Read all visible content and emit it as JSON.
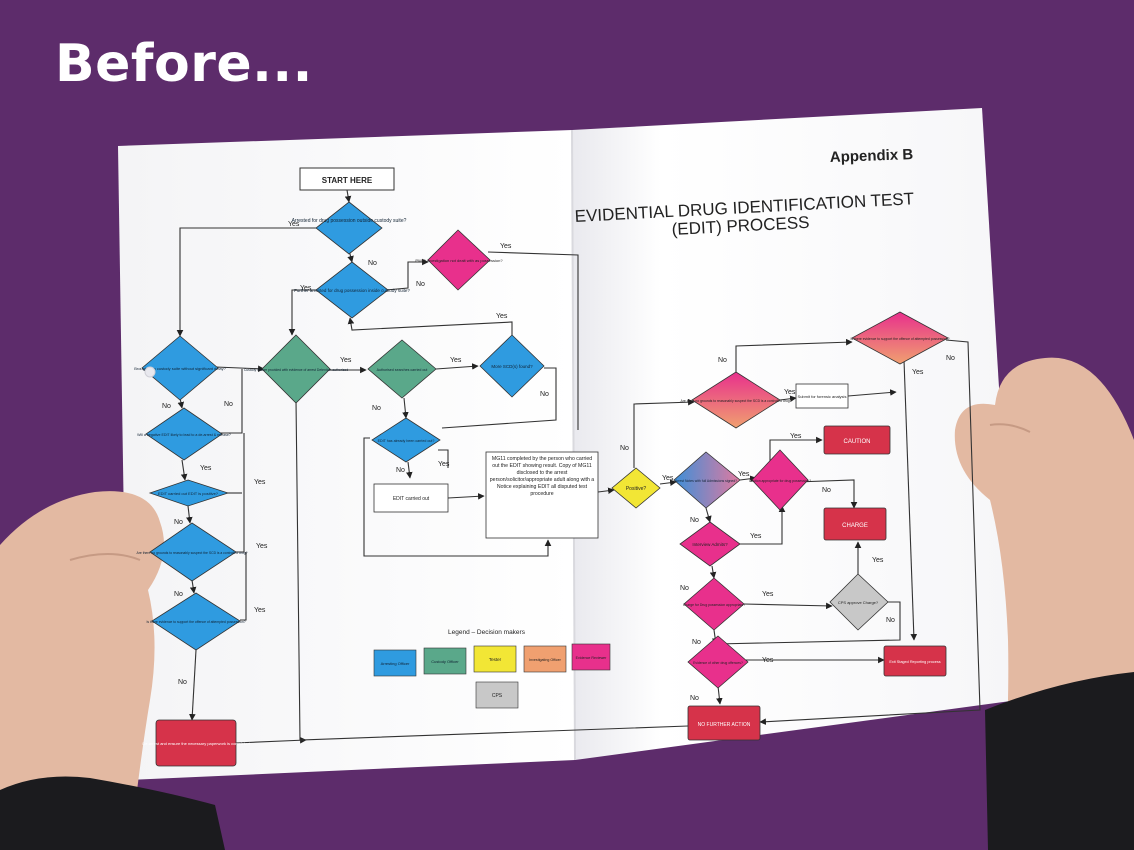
{
  "heading": "Before...",
  "document": {
    "appendix": "Appendix B",
    "title_line1": "EVIDENTIAL DRUG IDENTIFICATION TEST",
    "title_line2": "(EDIT) PROCESS"
  },
  "colors": {
    "background": "#5d2c6b",
    "arresting_officer": "#2f9be0",
    "custody_officer": "#5aa88a",
    "tester": "#f2e635",
    "investigating_officer": "#f0a070",
    "evidence_reviewer": "#e8308c",
    "cps": "#c8c8c8",
    "outcome_red": "#d6334a"
  },
  "nodes": {
    "start": "START HERE",
    "arrested_possession": "Arrested for drug possession outside custody suite?",
    "further_arrested": "Further arrested for drug possession inside custody suite?",
    "pwid": "PWID investigation not dealt with as possession?",
    "brought_in": "Brought into custody suite without significant delay?",
    "negative_edit": "Will a negative EDIT likely to lead to a de-arrest & release?",
    "edit_carried": "EDIT carried out EDIT is positive?",
    "grounds_left": "Are there no grounds to reasonably suspect the SCD is a controlled drug?",
    "evidence_left": "Is there evidence to support the offence of attempted possession?",
    "dearrest": "De-arrest and ensure the necessary paperwork is completed",
    "custody_officer": "Custody Officer provided with evidence of arrest Detention authorised",
    "authorised_search": "Authorised searches carried out",
    "more_scd": "More SCD(s) found?",
    "edit_already": "EDIT has already been carried out?",
    "edit_out": "EDIT carried out",
    "mg11": "MG11 completed by the person who carried out the EDIT showing result. Copy of MG11 disclosed to the arrest person/solicitor/appropriate adult along with a Notice explaining EDIT all disputed test procedure",
    "positive": "Positive?",
    "grounds_right": "Are there no grounds to reasonably suspect the SCD is a controlled drug?",
    "submit": "Submit for forensic analysis",
    "evidence_right": "Is there evidence to support the offence of attempted possession?",
    "arrest_notes": "Arrest Notes with full Admissions signed?",
    "caution_q": "Caution appropriate for drug possession?",
    "caution": "CAUTION",
    "charge": "CHARGE",
    "interview": "Interview Admits?",
    "charge_q": "Charge for Drug possession appropriate?",
    "cps_q": "CPS approve Charge?",
    "other_offences": "Evidence of other drug offences?",
    "exit_staged": "Exit Staged Reporting process",
    "no_further": "NO FURTHER ACTION"
  },
  "edge_labels": {
    "yes": "Yes",
    "no": "No"
  },
  "legend": {
    "title": "Legend – Decision makers",
    "items": [
      "Arresting Officer",
      "Custody Officer",
      "Tester",
      "Investigating Officer",
      "Evidence Reviewer",
      "CPS"
    ]
  }
}
